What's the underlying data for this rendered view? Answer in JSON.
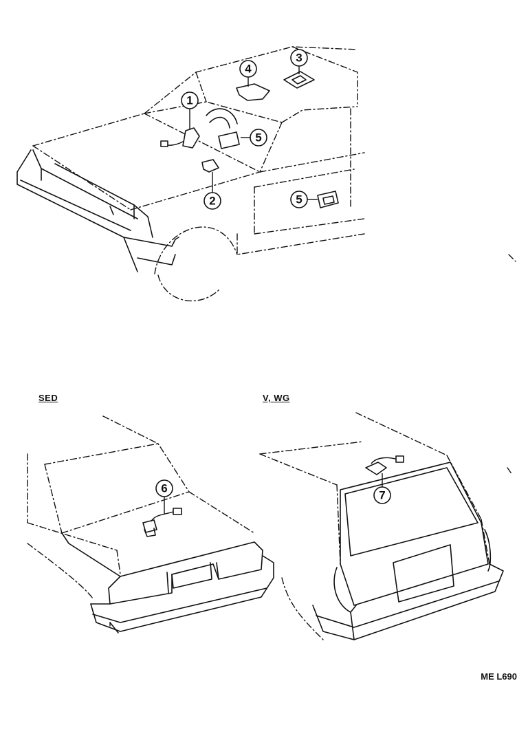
{
  "callouts": [
    "1",
    "2",
    "3",
    "4",
    "5",
    "5",
    "6",
    "7"
  ],
  "labels": {
    "sedan": "SED",
    "van_wagon": "V, WG"
  },
  "figure_code": "ME L690"
}
